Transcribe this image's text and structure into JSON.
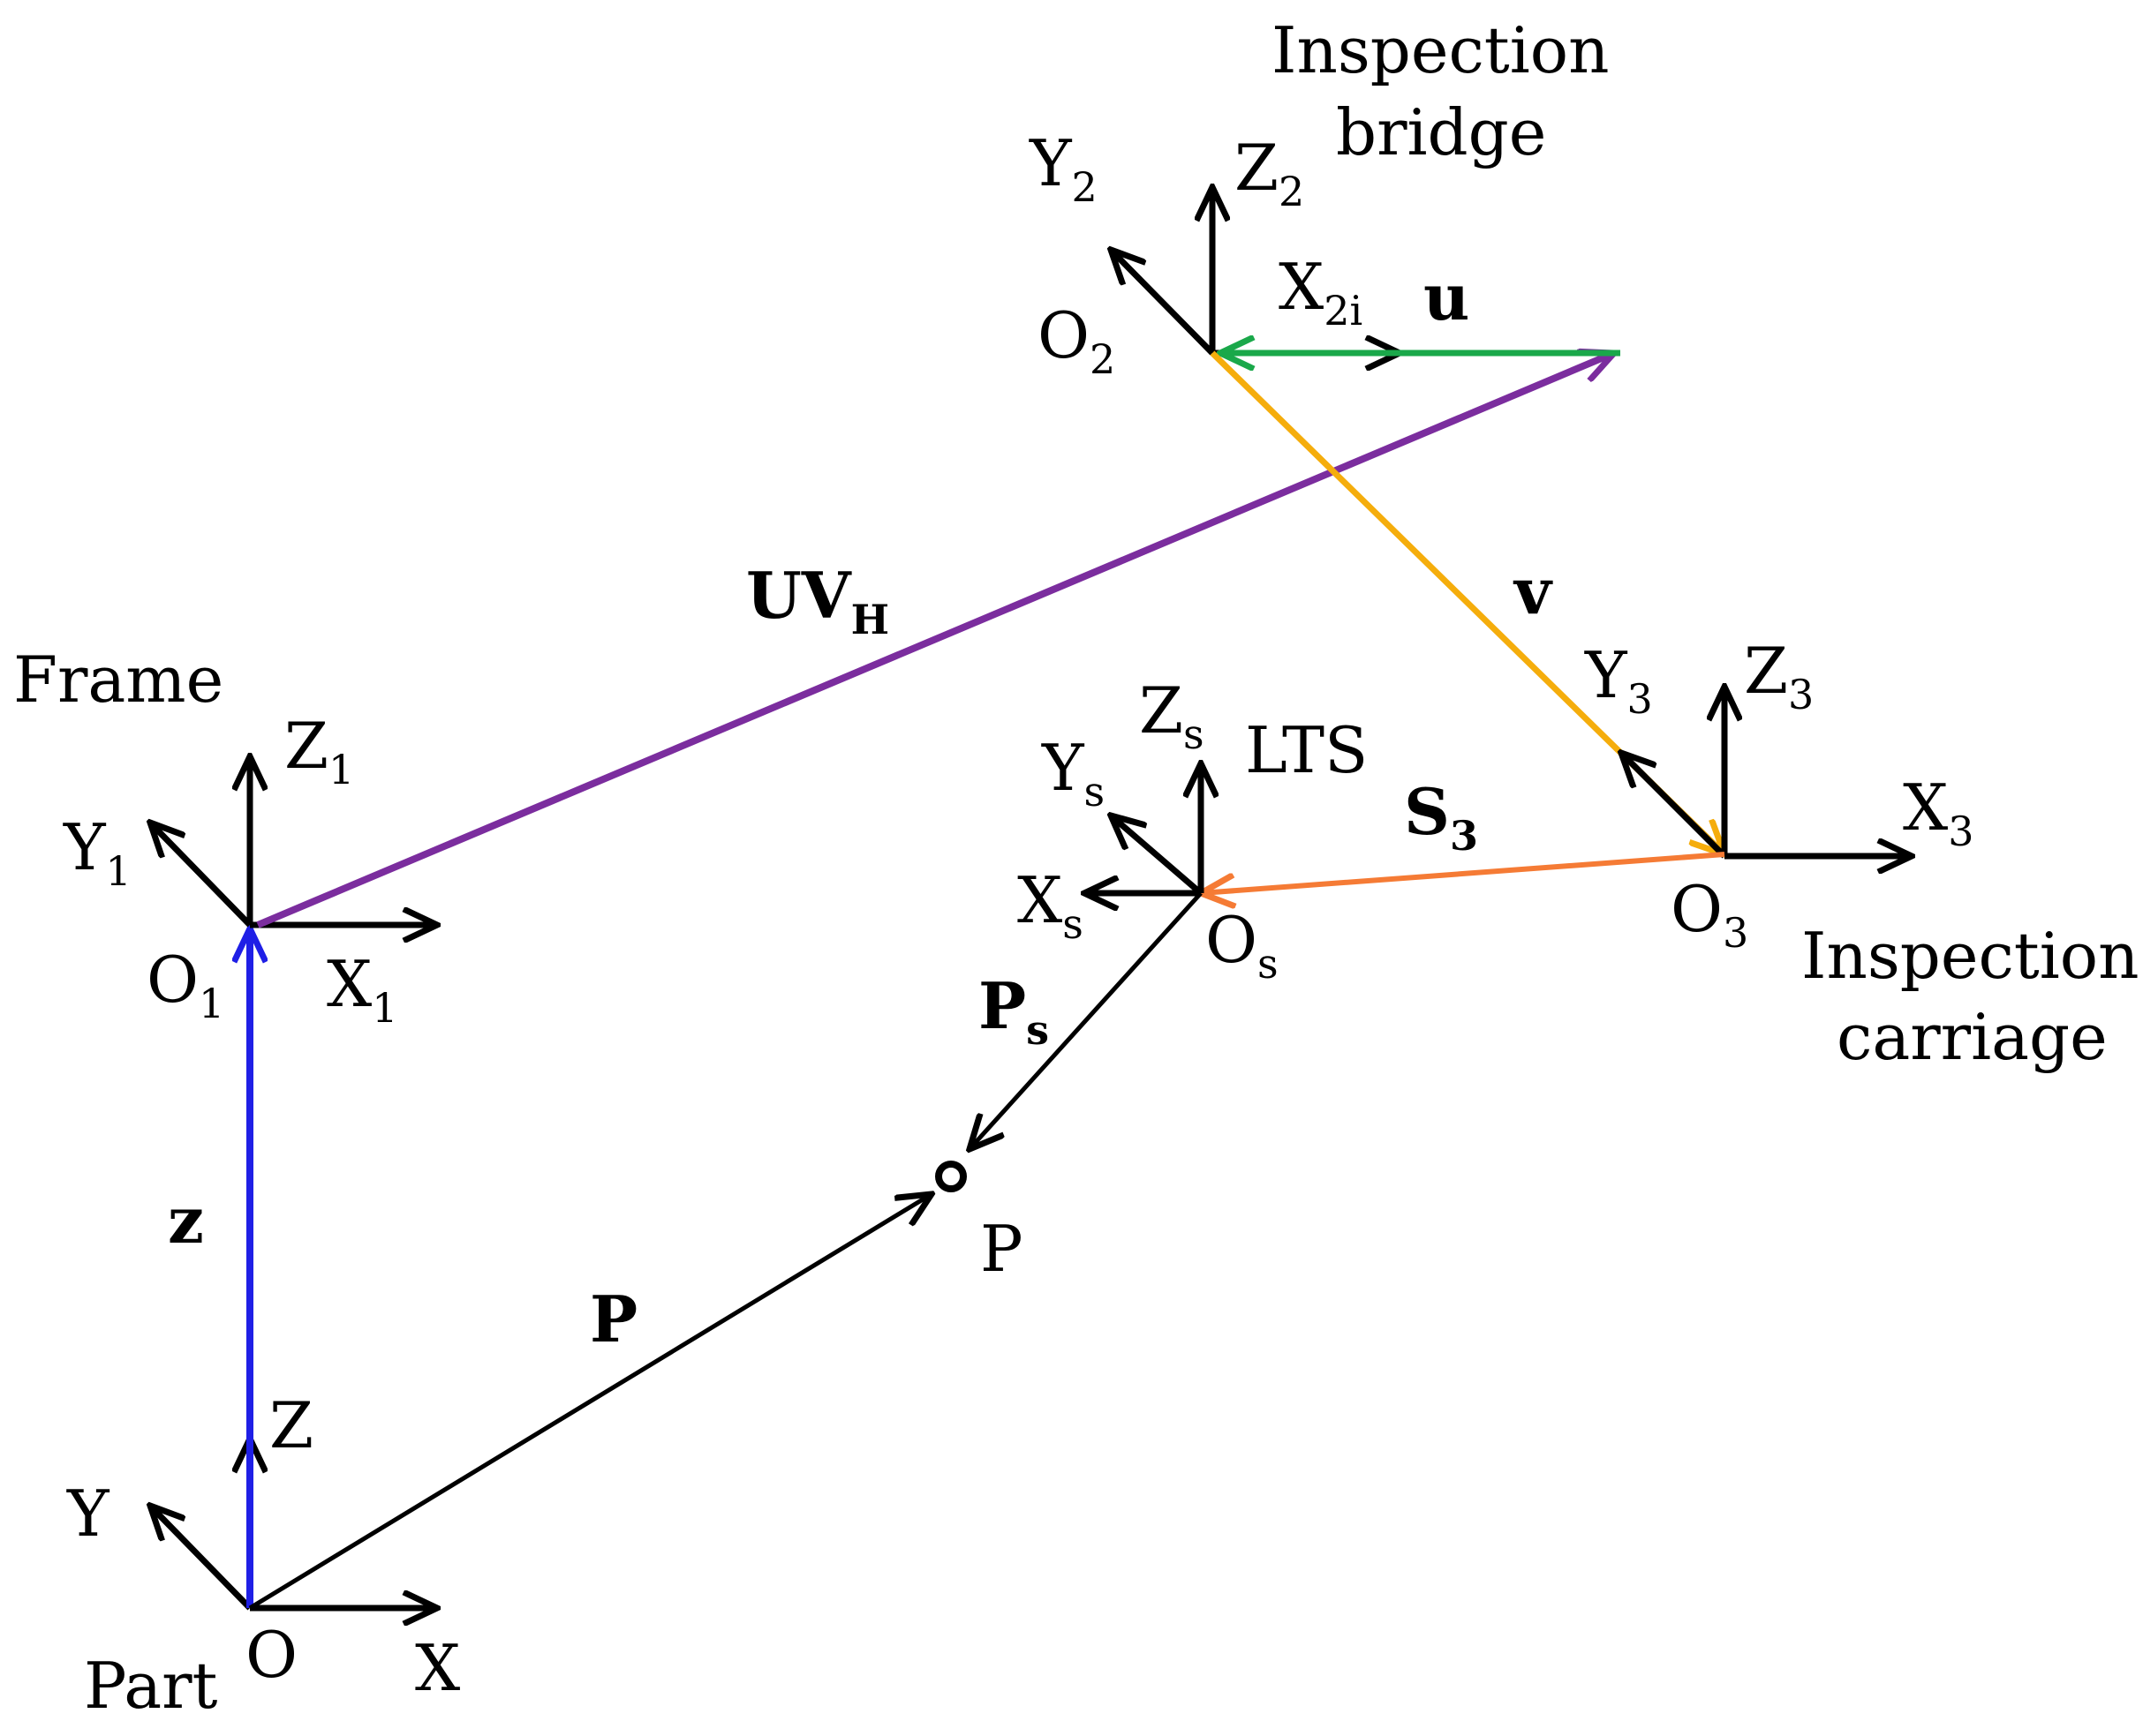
{
  "colors": {
    "axis": "#000000",
    "z": "#1f1fe6",
    "uvh": "#7b2d9e",
    "u": "#1aa84a",
    "v": "#f5ad0c",
    "s3": "#f57b35",
    "p": "#000000"
  },
  "frames": {
    "part": {
      "name": "Part",
      "origin": "O",
      "x": "X",
      "y": "Y",
      "z": "Z"
    },
    "frame": {
      "name": "Frame",
      "origin_main": "O",
      "origin_sub": "1",
      "x_main": "X",
      "x_sub": "1",
      "y_main": "Y",
      "y_sub": "1",
      "z_main": "Z",
      "z_sub": "1"
    },
    "bridge": {
      "name_line1": "Inspection",
      "name_line2": "bridge",
      "origin_main": "O",
      "origin_sub": "2",
      "x_main": "X",
      "x_sub": "2i",
      "y_main": "Y",
      "y_sub": "2",
      "z_main": "Z",
      "z_sub": "2"
    },
    "carriage": {
      "name_line1": "Inspection",
      "name_line2": "carriage",
      "origin_main": "O",
      "origin_sub": "3",
      "x_main": "X",
      "x_sub": "3",
      "y_main": "Y",
      "y_sub": "3",
      "z_main": "Z",
      "z_sub": "3"
    },
    "lts": {
      "name": "LTS",
      "origin_main": "O",
      "origin_sub": "s",
      "x_main": "X",
      "x_sub": "s",
      "y_main": "Y",
      "y_sub": "s",
      "z_main": "Z",
      "z_sub": "s"
    }
  },
  "vectors": {
    "z": "z",
    "uvh_main": "UV",
    "uvh_sub": "H",
    "u": "u",
    "v": "v",
    "s3_main": "S",
    "s3_sub": "3",
    "p": "P",
    "ps_main": "P",
    "ps_sub": "s"
  },
  "point": {
    "label": "P"
  }
}
